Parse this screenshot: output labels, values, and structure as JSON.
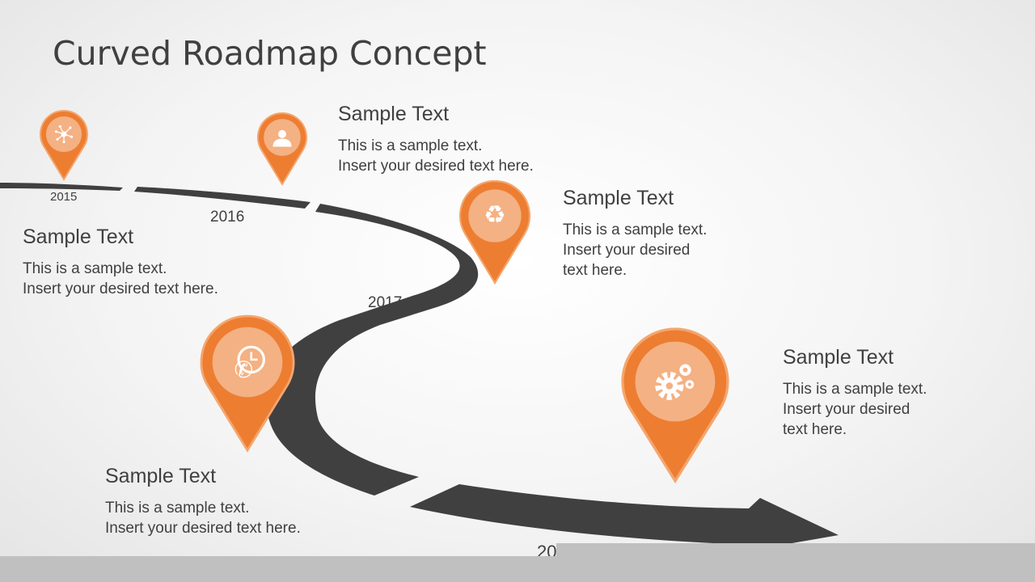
{
  "title": "Curved Roadmap Concept",
  "years": [
    "2015",
    "2016",
    "2017",
    "20"
  ],
  "milestones": [
    {
      "heading": "Sample Text",
      "line1": "This is a sample text.",
      "line2": "Insert your desired text here.",
      "icon": "network-icon"
    },
    {
      "heading": "Sample Text",
      "line1": "This is a sample text.",
      "line2": "Insert your desired text here.",
      "icon": "user-icon"
    },
    {
      "heading": "Sample Text",
      "line1": "This is a sample text.",
      "line2": "Insert your desired",
      "line3": "text here.",
      "icon": "recycle-icon"
    },
    {
      "heading": "Sample Text",
      "line1": "This is a sample text.",
      "line2": "Insert your desired text here.",
      "icon": "phone-clock-icon"
    },
    {
      "heading": "Sample Text",
      "line1": "This is a sample text.",
      "line2": "Insert your desired",
      "line3": "text here.",
      "icon": "gears-icon"
    }
  ],
  "colors": {
    "pin": "#ed7d31",
    "pin_border": "#f4a66e",
    "pin_inner": "#f4b183",
    "road": "#404040",
    "bar": "#c0c0c0"
  }
}
